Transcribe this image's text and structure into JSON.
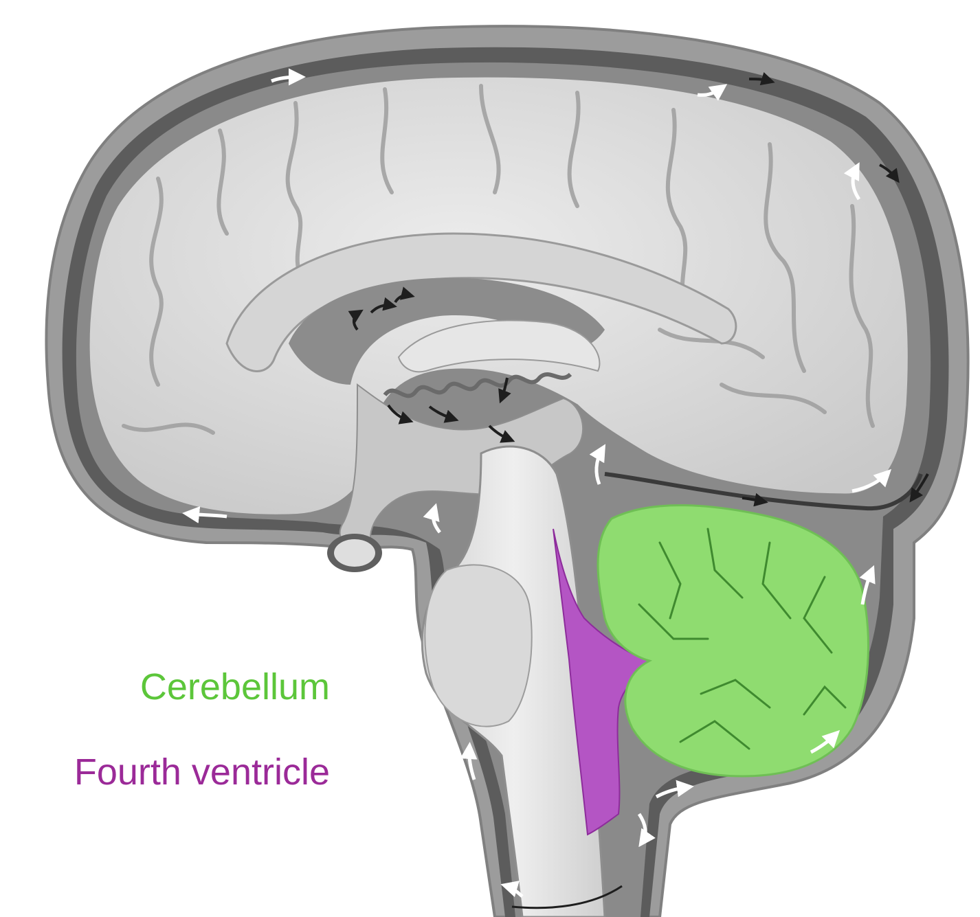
{
  "labels": {
    "cerebellum": "Cerebellum",
    "fourth_ventricle": "Fourth ventricle"
  },
  "colors": {
    "cerebellum": "#5cc63a",
    "cerebellum_fill": "#8fdc70",
    "fourth_ventricle": "#9b2a98",
    "fourth_ventricle_fill": "#b455c4",
    "skull": "#9a9a9a",
    "meninges": "#5a5a5a",
    "brain": "#dcdcdc",
    "brain_dark": "#a8a8a8",
    "ventricle_space": "#4a4a4a"
  },
  "icons": [
    "csf-flow-arrow-white",
    "csf-flow-arrow-black"
  ]
}
